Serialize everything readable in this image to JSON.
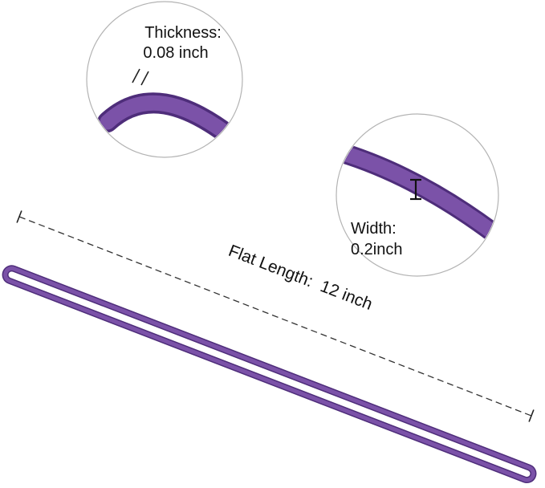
{
  "page": {
    "background": "#ffffff"
  },
  "colors": {
    "band": "#7b52a8",
    "band-edge": "#4e2d7a",
    "callout-ring": "#b3b3b3",
    "ink": "#111111"
  },
  "callout_thickness": {
    "label": "Thickness:",
    "value": "0.08 inch"
  },
  "callout_width": {
    "label": "Width:",
    "value": "0.2inch"
  },
  "flat_length": {
    "label": "Flat Length:  12 inch"
  }
}
